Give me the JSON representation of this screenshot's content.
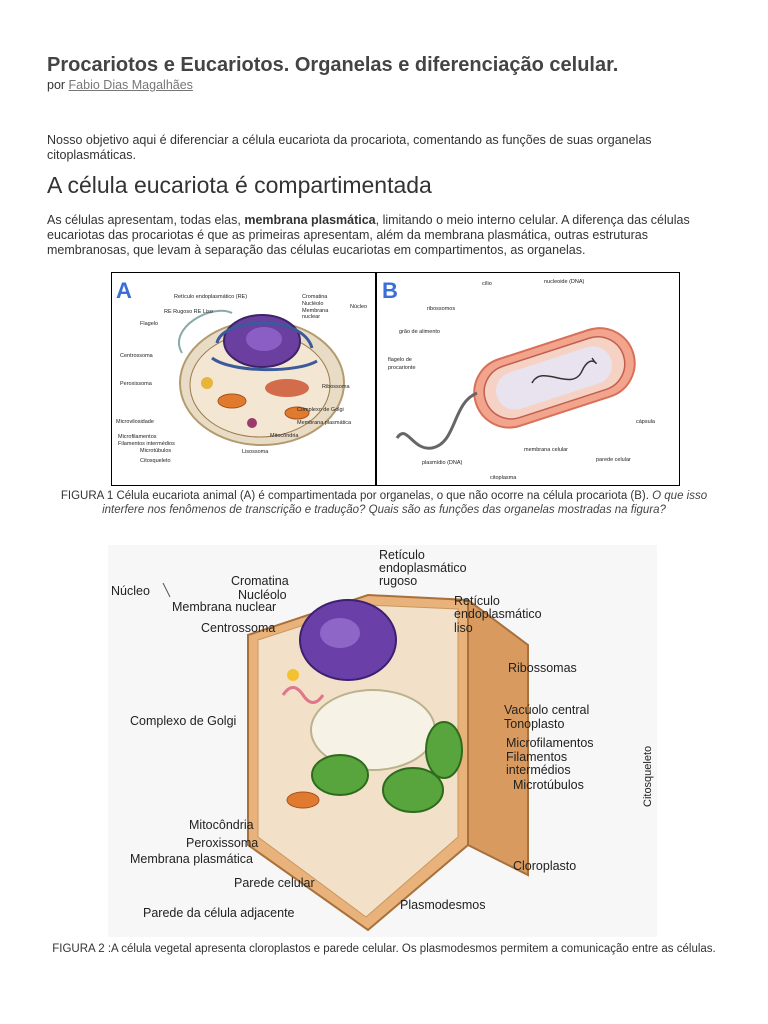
{
  "doc": {
    "title": "Procariotos e Eucariotos. Organelas e diferenciação celular.",
    "by_prefix": "por ",
    "author": "Fabio Dias Magalhães ",
    "intro": "Nosso objetivo aqui é diferenciar a célula eucariota da procariota,  comentando as funções de suas organelas citoplasmáticas.",
    "heading": "A célula eucariota é compartimentada",
    "para_part1": "As células apresentam, todas elas, ",
    "para_bold": "membrana plasmática",
    "para_part2": ", limitando o meio interno celular.  A diferença das células eucariotas das procariotas é que as primeiras apresentam, além da membrana plasmática, outras estruturas membranosas, que levam à separação das células eucariotas em compartimentos, as organelas.",
    "fig1_caption": "FIGURA 1 Célula eucariota animal (A) é compartimentada por organelas, o que não ocorre na célula procariota (B). ",
    "fig1_caption_italic": "O que  isso interfere nos fenômenos de transcrição e tradução? Quais são as funções das organelas mostradas na figura?",
    "fig2_caption": "FIGURA 2 :A célula vegetal apresenta cloroplastos e parede celular. Os plasmodesmos permitem  a comunicação entre as células."
  },
  "fig1": {
    "panel_a_letter": "A",
    "panel_b_letter": "B",
    "a_labels": [
      "Retículo endoplasmático (RE)",
      "RE Rugoso RE Liso",
      "Flagelo",
      "Centrossoma",
      "Peroxissoma",
      "Microvilosidade",
      "Microfilamentos",
      "Filamentos intermédios",
      "Microtúbulos",
      "Citosqueleto",
      "Cromatina",
      "Nucléolo",
      "Membrana",
      "nuclear",
      "Núcleo",
      "Ribossoma",
      "Complexo de Golgi",
      "Membrana plasmática",
      "Mitocôndria",
      "Lisossoma"
    ],
    "b_labels": [
      "cílio",
      "nucleoide (DNA)",
      "ribossomos",
      "grão de alimento",
      "flagelo de",
      "procarionte",
      "cápsula",
      "membrana celular",
      "parede celular",
      "plasmídio (DNA)",
      "citoplasma"
    ]
  },
  "fig2": {
    "labels_left": [
      "Núcleo",
      "Cromatina",
      "Nucléolo",
      "Membrana nuclear",
      "Centrossoma",
      "Complexo de Golgi",
      "Mitocôndria",
      "Peroxissoma",
      "Membrana plasmática",
      "Parede celular",
      "Parede da célula adjacente"
    ],
    "labels_right": [
      "Retículo",
      "endoplasmático",
      "rugoso",
      "Retículo",
      "endoplasmático",
      "liso",
      "Ribossomas",
      "Vacúolo central",
      "Tonoplasto",
      "Microfilamentos",
      "Filamentos",
      "intermédios",
      "Microtúbulos",
      "Cloroplasto",
      "Plasmodesmos"
    ],
    "side_label": "Citosqueleto"
  }
}
